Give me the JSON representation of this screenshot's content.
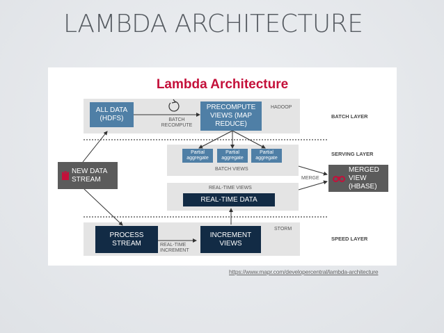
{
  "slide": {
    "title": "LAMBDA ARCHITECTURE",
    "url": "https://www.mapr.com/developercentral/lambda-architecture"
  },
  "diagram": {
    "title": "Lambda Architecture",
    "layers": {
      "batch": "BATCH LAYER",
      "serving": "SERVING LAYER",
      "speed": "SPEED LAYER"
    },
    "boxes": {
      "all_data": "ALL DATA (HDFS)",
      "precompute": "PRECOMPUTE VIEWS (MAP REDUCE)",
      "new_data": "NEW DATA STREAM",
      "realtime_data": "REAL-TIME DATA",
      "process_stream": "PROCESS STREAM",
      "increment_views": "INCREMENT VIEWS",
      "merged_view": "MERGED VIEW (HBASE)"
    },
    "partials": [
      "Partial aggregate",
      "Partial aggregate",
      "Partial aggregate"
    ],
    "labels": {
      "batch_recompute": "BATCH RECOMPUTE",
      "hadoop": "HADOOP",
      "batch_views": "BATCH VIEWS",
      "realtime_views": "REAL-TIME VIEWS",
      "merge": "MERGE",
      "storm": "STORM",
      "realtime_increment": "REAL-TIME INCREMENT"
    },
    "colors": {
      "title_red": "#c4103a",
      "steel": "#4f7fa6",
      "navy": "#122b45",
      "slate": "#5b5b5b"
    }
  }
}
